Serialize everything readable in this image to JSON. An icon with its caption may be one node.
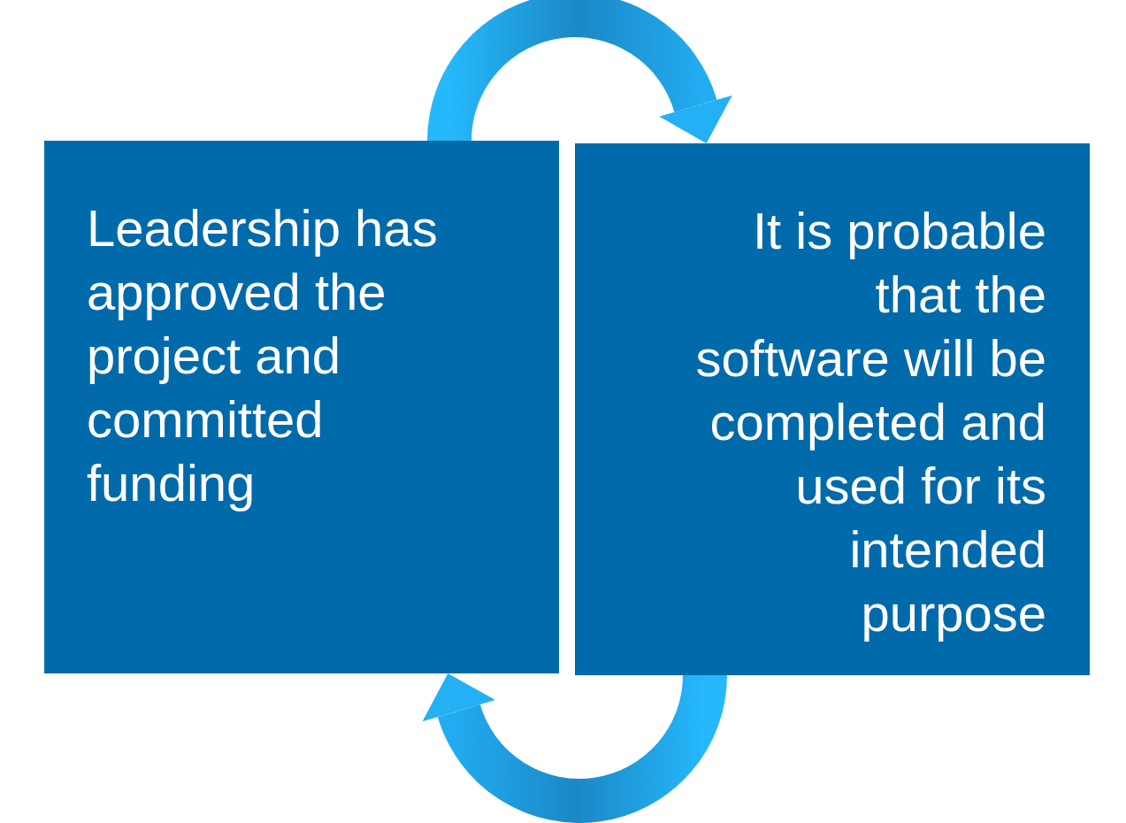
{
  "diagram": {
    "nodes": [
      {
        "text": [
          "Leadership has approved the project and committed funding"
        ]
      },
      {
        "text": [
          "It is probable that the software will be completed and used for its intended purpose"
        ]
      }
    ],
    "edges": [
      {
        "from": 0,
        "to": 1,
        "arrow": "to"
      },
      {
        "from": 1,
        "to": 0,
        "arrow": "to"
      }
    ]
  }
}
